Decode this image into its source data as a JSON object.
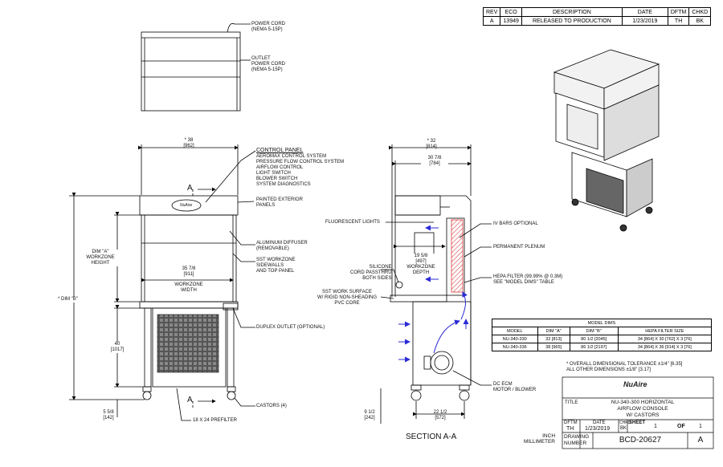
{
  "revision_table": {
    "headers": [
      "REV",
      "ECO",
      "DESCRIPTION",
      "DATE",
      "DFTM",
      "CHKD"
    ],
    "rows": [
      [
        "A",
        "13949",
        "RELEASED TO PRODUCTION",
        "1/23/2019",
        "TH",
        "BK"
      ]
    ]
  },
  "top_view": {
    "power_cord": [
      "POWER CORD",
      "(NEMA 5-15P)"
    ],
    "outlet_power_cord": [
      "OUTLET",
      "POWER CORD",
      "(NEMA 5-15P)"
    ]
  },
  "front_view": {
    "width_dim": [
      "* 38",
      "[962]"
    ],
    "section_marker_top": "A",
    "section_marker_bottom": "A",
    "control_panel_title": "CONTROL PANEL",
    "control_panel_items": [
      "AEROMAX CONTROL SYSTEM",
      "PRESSURE FLOW CONTROL SYSTEM",
      "AIRFLOW CONTROL",
      "LIGHT SWITCH",
      "BLOWER SWITCH",
      "SYSTEM DIAGNOSTICS"
    ],
    "painted_panels": [
      "PAINTED EXTERIOR",
      "PANELS"
    ],
    "aluminum_diffuser": [
      "ALUMINUM DIFFUSER",
      "(REMOVABLE)"
    ],
    "sst_workzone": [
      "SST WORKZONE",
      "SIDEWALLS",
      "AND TOP PANEL"
    ],
    "workzone_width": [
      "35 7/8",
      "[911]",
      "WORKZONE",
      "WIDTH"
    ],
    "dim_a": [
      "DIM \"A\"",
      "WORKZONE",
      "HEIGHT"
    ],
    "dim_b": "* DIM \"B\"",
    "height_40": [
      "40",
      "[1017]"
    ],
    "height_5_5_8": [
      "5 5/8",
      "[142]"
    ],
    "duplex_outlet": "DUPLEX OUTLET (OPTIONAL)",
    "castors": "CASTORS (4)",
    "prefilter": "18 X 24 PREFILTER"
  },
  "section_view": {
    "depth_dim": [
      "* 32",
      "[814]"
    ],
    "depth_inner": [
      "30 7/8",
      "[784]"
    ],
    "fluorescent": "FLUORESCENT LIGHTS",
    "iv_bars": "IV BARS OPTIONAL",
    "permanent_plenum": "PERMANENT PLENUM",
    "workzone_depth": [
      "19 5/8",
      "[497]",
      "WORKZONE",
      "DEPTH"
    ],
    "silicone": [
      "SILICONE",
      "CORD PASSTHRU",
      "BOTH SIDES"
    ],
    "hepa": [
      "HEPA FILTER (99.99% @ 0.3M)",
      "SEE \"MODEL DIMS\" TABLE"
    ],
    "work_surface": [
      "SST WORK SURFACE",
      "W/ RIGID NON-SHEADING",
      "PVC CORE"
    ],
    "dc_ecm": [
      "DC ECM",
      "MOTOR / BLOWER"
    ],
    "dim_9_1_2": [
      "9 1/2",
      "[242]"
    ],
    "dim_22_1_2": [
      "22 1/2",
      "[572]"
    ],
    "title": "SECTION A-A"
  },
  "model_dims": {
    "title": "MODEL DIMS",
    "headers": [
      "MODEL",
      "DIM \"A\"",
      "DIM \"B\"",
      "HEPA FILTER SIZE"
    ],
    "rows": [
      [
        "NU-340-330",
        "32 [813]",
        "80 1/2 [2045]",
        "34 [864] X 30 [762] X 3 [76]"
      ],
      [
        "NU-340-336",
        "38 [965]",
        "86 1/2 [2197]",
        "34 [864] X 36 [914] X 3 [76]"
      ]
    ]
  },
  "tolerance_notes": [
    "* OVERALL DIMENSIONAL TOLERANCE ±1/4\" [6.35]",
    "ALL OTHER DIMENSIONS ±1/8\" [3.17]"
  ],
  "title_block": {
    "logo_text": "NuAire",
    "title_label": "TITLE",
    "title_lines": [
      "NU-340-300 HORIZONTAL",
      "AIRFLOW CONSOLE",
      "W/ CASTORS"
    ],
    "dftm_label": "DFTM",
    "dftm_value": "TH",
    "date_label": "DATE",
    "date_value": "1/23/2019",
    "chkd_label": "CHKD",
    "chkd_value": "BK",
    "sheet_label": "SHEET",
    "sheet_num": "1",
    "of_label": "OF",
    "sheet_total": "1",
    "drawing_label": [
      "DRAWING",
      "NUMBER"
    ],
    "drawing_number": "BCD-20627",
    "rev": "A",
    "units": [
      "INCH",
      "MILLIMETER"
    ]
  }
}
